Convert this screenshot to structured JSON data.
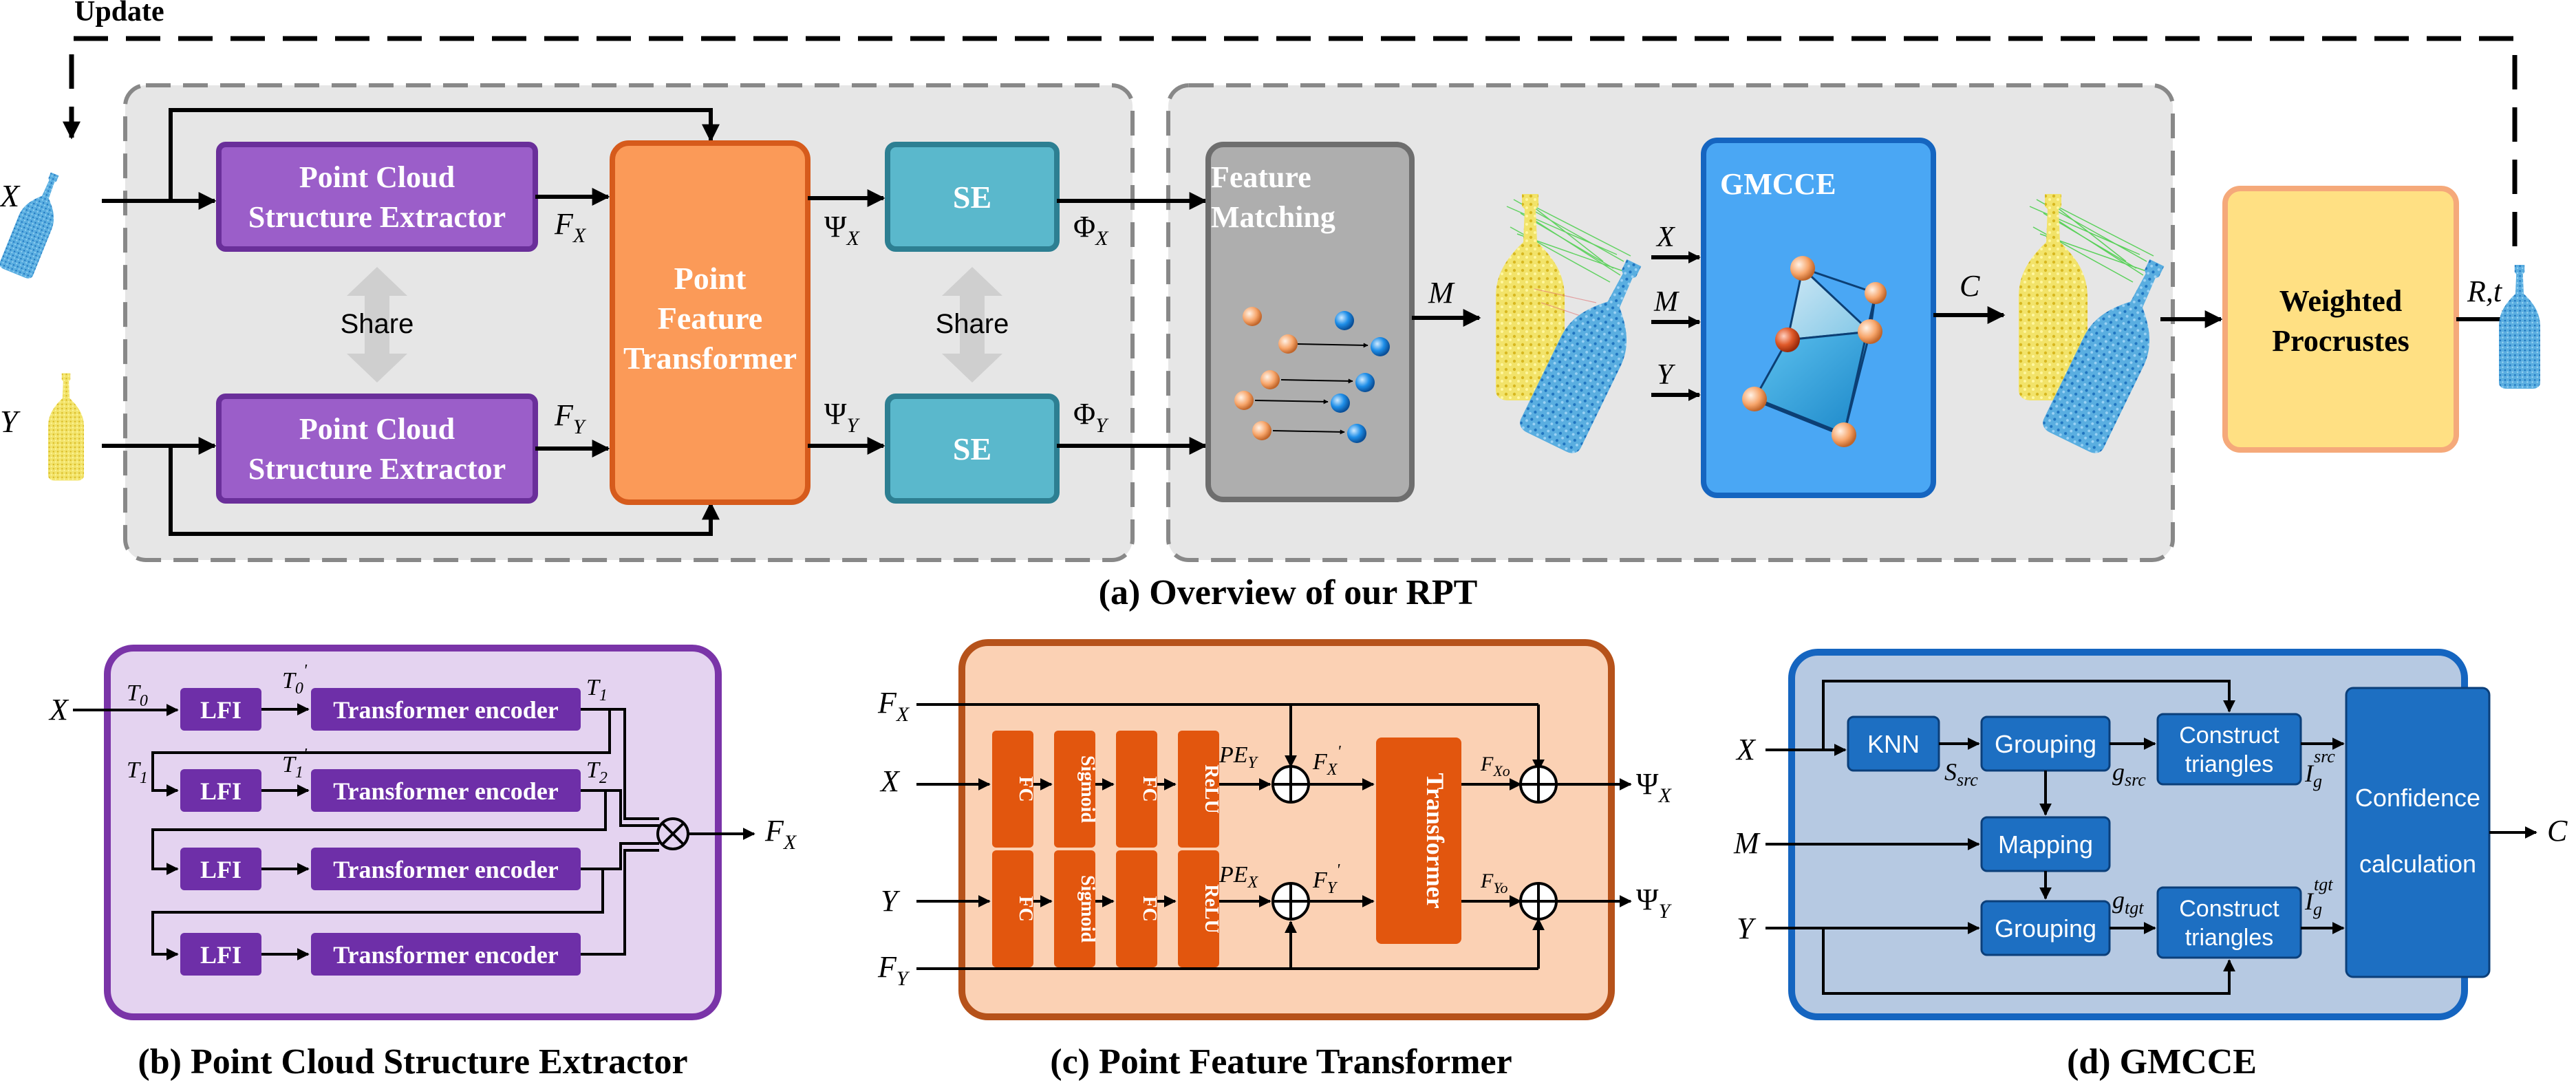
{
  "overview": {
    "caption": "(a) Overview of our RPT",
    "update_label": "Update",
    "input_x": "X",
    "input_y": "Y",
    "pcse_top": [
      "Point Cloud",
      "Structure Extractor"
    ],
    "pcse_bottom": [
      "Point Cloud",
      "Structure Extractor"
    ],
    "share_left": "Share",
    "share_right": "Share",
    "fx": {
      "base": "F",
      "sub": "X"
    },
    "fy": {
      "base": "F",
      "sub": "Y"
    },
    "pft": [
      "Point",
      "Feature",
      "Transformer"
    ],
    "psi_x": {
      "base": "Ψ",
      "sub": "X"
    },
    "psi_y": {
      "base": "Ψ",
      "sub": "Y"
    },
    "se_top": "SE",
    "se_bottom": "SE",
    "phi_x": {
      "base": "Φ",
      "sub": "X"
    },
    "phi_y": {
      "base": "Φ",
      "sub": "Y"
    },
    "feature_matching": [
      "Feature",
      "Matching"
    ],
    "m_label": "M",
    "gmcce_label": "GMCCE",
    "gin_x": "X",
    "gin_m": "M",
    "gin_y": "Y",
    "c_label": "C",
    "weighted_procrustes": [
      "Weighted",
      "Procrustes"
    ],
    "rt_label": "R,t"
  },
  "pcse": {
    "caption": "(b) Point Cloud Structure Extractor",
    "x_label": "X",
    "lfi_labels": [
      "LFI",
      "LFI",
      "LFI",
      "LFI"
    ],
    "encoder_labels": [
      "Transformer encoder",
      "Transformer encoder",
      "Transformer encoder",
      "Transformer encoder"
    ],
    "t0": {
      "base": "T",
      "sub": "0"
    },
    "t0p": {
      "base": "T",
      "sub": "0",
      "sup": "'"
    },
    "t1a": {
      "base": "T",
      "sub": "1"
    },
    "t1b": {
      "base": "T",
      "sub": "1"
    },
    "t1p": {
      "base": "T",
      "sub": "1",
      "sup": "'"
    },
    "t2": {
      "base": "T",
      "sub": "2"
    },
    "fx": {
      "base": "F",
      "sub": "X"
    }
  },
  "pft": {
    "caption": "(c) Point Feature Transformer",
    "fx_in": {
      "base": "F",
      "sub": "X"
    },
    "x_in": "X",
    "y_in": "Y",
    "fy_in": {
      "base": "F",
      "sub": "Y"
    },
    "blocks": [
      "FC",
      "Sigmoid",
      "FC",
      "ReLU"
    ],
    "pe_y": {
      "base": "PE",
      "sub": "Y"
    },
    "pe_x": {
      "base": "PE",
      "sub": "X"
    },
    "fx_prime": {
      "base": "F",
      "sub": "X",
      "sup": "'"
    },
    "fy_prime": {
      "base": "F",
      "sub": "Y",
      "sup": "'"
    },
    "transformer": "Transformer",
    "fxo": {
      "base": "F",
      "sub": "Xo"
    },
    "fyo": {
      "base": "F",
      "sub": "Yo"
    },
    "psi_x": {
      "base": "Ψ",
      "sub": "X"
    },
    "psi_y": {
      "base": "Ψ",
      "sub": "Y"
    }
  },
  "gmcce": {
    "caption": "(d) GMCCE",
    "x_in": "X",
    "m_in": "M",
    "y_in": "Y",
    "knn": "KNN",
    "s_src": {
      "base": "S",
      "sub": "src"
    },
    "grouping_top": "Grouping",
    "g_src": {
      "base": "g",
      "sub": "src"
    },
    "construct_top": [
      "Construct",
      "triangles"
    ],
    "i_src": {
      "base": "I",
      "sub": "g",
      "sup": "src"
    },
    "mapping": "Mapping",
    "grouping_bottom": "Grouping",
    "g_tgt": {
      "base": "g",
      "sub": "tgt"
    },
    "construct_bottom": [
      "Construct",
      "triangles"
    ],
    "i_tgt": {
      "base": "I",
      "sub": "g",
      "sup": "tgt"
    },
    "confidence": [
      "Confidence",
      "calculation"
    ],
    "c_out": "C"
  },
  "colors": {
    "purple": "#9b5ec9",
    "purple_dark": "#6a2f9a",
    "orange": "#fb9a58",
    "orange_dark": "#d65b1c",
    "teal": "#5ab8cc",
    "gray": "#aeaeae",
    "blue": "#4aa7f4",
    "blue_dark": "#1565c0",
    "yellow": "#ffe083",
    "panel_gray": "#e6e6e6",
    "panel_purple": "#e4d3f0",
    "panel_orange": "#fbd1b4",
    "panel_blue": "#b6c9e2",
    "deep_orange": "#e2560e",
    "deep_purple": "#6e2fa8",
    "mid_blue": "#1d6fc2"
  }
}
